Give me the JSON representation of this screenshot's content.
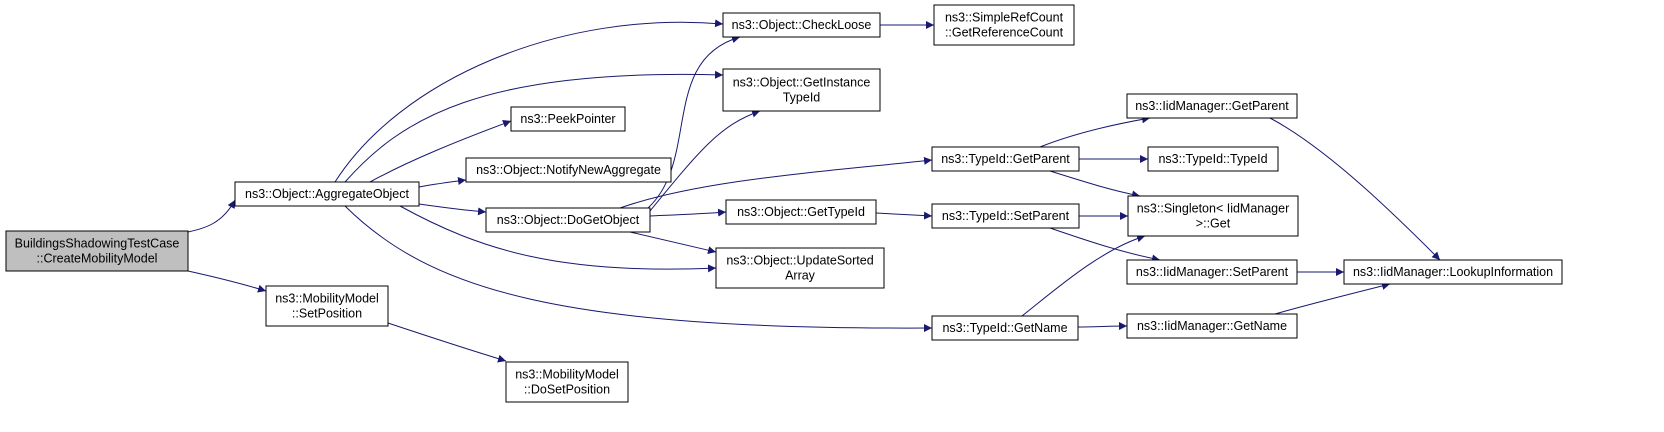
{
  "graph": {
    "colors": {
      "edge": "#191970",
      "root_fill": "#bfbfbf",
      "node_fill": "#ffffff",
      "border": "#000000"
    },
    "nodes": [
      {
        "id": "root",
        "lines": [
          "BuildingsShadowingTestCase",
          "::CreateMobilityModel"
        ],
        "highlight": true
      },
      {
        "id": "aggregate",
        "lines": [
          "ns3::Object::AggregateObject"
        ]
      },
      {
        "id": "mm_setpos",
        "lines": [
          "ns3::MobilityModel",
          "::SetPosition"
        ]
      },
      {
        "id": "mm_dosetpos",
        "lines": [
          "ns3::MobilityModel",
          "::DoSetPosition"
        ]
      },
      {
        "id": "checkloose",
        "lines": [
          "ns3::Object::CheckLoose"
        ]
      },
      {
        "id": "getinst",
        "lines": [
          "ns3::Object::GetInstance",
          "TypeId"
        ]
      },
      {
        "id": "peek",
        "lines": [
          "ns3::PeekPointer"
        ]
      },
      {
        "id": "notify",
        "lines": [
          "ns3::Object::NotifyNewAggregate"
        ]
      },
      {
        "id": "dogetobj",
        "lines": [
          "ns3::Object::DoGetObject"
        ]
      },
      {
        "id": "updsort",
        "lines": [
          "ns3::Object::UpdateSorted",
          "Array"
        ]
      },
      {
        "id": "simpleref",
        "lines": [
          "ns3::SimpleRefCount",
          "::GetReferenceCount"
        ]
      },
      {
        "id": "getypeid",
        "lines": [
          "ns3::Object::GetTypeId"
        ]
      },
      {
        "id": "tid_getparent",
        "lines": [
          "ns3::TypeId::GetParent"
        ]
      },
      {
        "id": "tid_setparent",
        "lines": [
          "ns3::TypeId::SetParent"
        ]
      },
      {
        "id": "tid_getname",
        "lines": [
          "ns3::TypeId::GetName"
        ]
      },
      {
        "id": "iid_getparent",
        "lines": [
          "ns3::IidManager::GetParent"
        ]
      },
      {
        "id": "tid_typeid",
        "lines": [
          "ns3::TypeId::TypeId"
        ]
      },
      {
        "id": "singleton",
        "lines": [
          "ns3::Singleton< IidManager",
          " >::Get"
        ]
      },
      {
        "id": "iid_setparent",
        "lines": [
          "ns3::IidManager::SetParent"
        ]
      },
      {
        "id": "iid_getname",
        "lines": [
          "ns3::IidManager::GetName"
        ]
      },
      {
        "id": "lookup",
        "lines": [
          "ns3::IidManager::LookupInformation"
        ]
      }
    ],
    "edges": [
      [
        "root",
        "aggregate"
      ],
      [
        "root",
        "mm_setpos"
      ],
      [
        "aggregate",
        "checkloose"
      ],
      [
        "aggregate",
        "getinst"
      ],
      [
        "aggregate",
        "peek"
      ],
      [
        "aggregate",
        "notify"
      ],
      [
        "aggregate",
        "dogetobj"
      ],
      [
        "aggregate",
        "updsort"
      ],
      [
        "aggregate",
        "tid_getname"
      ],
      [
        "mm_setpos",
        "mm_dosetpos"
      ],
      [
        "checkloose",
        "simpleref"
      ],
      [
        "dogetobj",
        "checkloose"
      ],
      [
        "dogetobj",
        "getinst"
      ],
      [
        "dogetobj",
        "tid_getparent"
      ],
      [
        "dogetobj",
        "getypeid"
      ],
      [
        "dogetobj",
        "updsort"
      ],
      [
        "getypeid",
        "tid_setparent"
      ],
      [
        "tid_getparent",
        "iid_getparent"
      ],
      [
        "tid_getparent",
        "tid_typeid"
      ],
      [
        "tid_getparent",
        "singleton"
      ],
      [
        "tid_setparent",
        "singleton"
      ],
      [
        "tid_setparent",
        "iid_setparent"
      ],
      [
        "tid_getname",
        "singleton"
      ],
      [
        "tid_getname",
        "iid_getname"
      ],
      [
        "iid_getparent",
        "lookup"
      ],
      [
        "iid_setparent",
        "lookup"
      ],
      [
        "iid_getname",
        "lookup"
      ]
    ]
  }
}
